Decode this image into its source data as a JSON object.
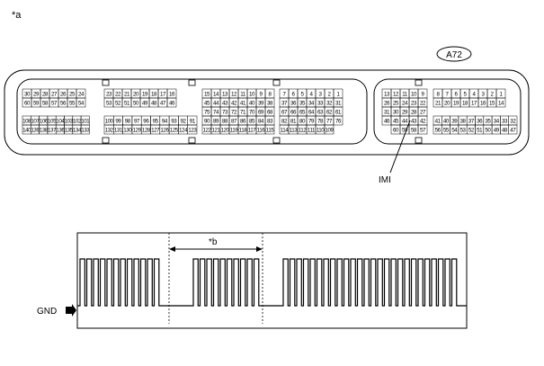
{
  "labels": {
    "top_left": "*a",
    "connector": "A72",
    "signal": "IMI",
    "interval": "*b",
    "ground": "GND"
  },
  "connector_groups": [
    {
      "name": "group-1",
      "rows": [
        [
          "30",
          "29",
          "28",
          "27",
          "26",
          "25",
          "24"
        ],
        [
          "60",
          "59",
          "58",
          "57",
          "56",
          "55",
          "54"
        ],
        [],
        [
          "108",
          "107",
          "106",
          "105",
          "104",
          "103",
          "102",
          "101"
        ],
        [
          "140",
          "139",
          "138",
          "137",
          "136",
          "135",
          "134",
          "133"
        ]
      ]
    },
    {
      "name": "group-2",
      "rows": [
        [
          "23",
          "22",
          "21",
          "20",
          "19",
          "18",
          "17",
          "16"
        ],
        [
          "53",
          "52",
          "51",
          "50",
          "49",
          "48",
          "47",
          "46"
        ],
        [],
        [
          "100",
          "99",
          "98",
          "97",
          "96",
          "95",
          "94",
          "93",
          "92",
          "91"
        ],
        [
          "132",
          "131",
          "130",
          "129",
          "128",
          "127",
          "126",
          "125",
          "124",
          "123"
        ]
      ]
    },
    {
      "name": "group-3",
      "rows": [
        [
          "15",
          "14",
          "13",
          "12",
          "11",
          "10",
          "9",
          "8"
        ],
        [
          "45",
          "44",
          "43",
          "42",
          "41",
          "40",
          "39",
          "38"
        ],
        [
          "75",
          "74",
          "73",
          "72",
          "71",
          "70",
          "69",
          "68"
        ],
        [
          "90",
          "89",
          "88",
          "87",
          "86",
          "85",
          "84",
          "83"
        ],
        [
          "122",
          "121",
          "120",
          "119",
          "118",
          "117",
          "116",
          "115"
        ]
      ]
    },
    {
      "name": "group-4",
      "rows": [
        [
          "7",
          "6",
          "5",
          "4",
          "3",
          "2",
          "1"
        ],
        [
          "37",
          "36",
          "35",
          "34",
          "33",
          "32",
          "31"
        ],
        [
          "67",
          "66",
          "65",
          "64",
          "63",
          "62",
          "61"
        ],
        [
          "82",
          "81",
          "80",
          "79",
          "78",
          "77",
          "76"
        ],
        [
          "114",
          "113",
          "112",
          "111",
          "110",
          "109"
        ]
      ]
    },
    {
      "name": "group-5",
      "rows": [
        [
          "13",
          "12",
          "11",
          "10",
          "9"
        ],
        [
          "26",
          "25",
          "24",
          "23",
          "22"
        ],
        [
          "31",
          "30",
          "29",
          "28",
          "27"
        ],
        [
          "46",
          "45",
          "44",
          "43",
          "42"
        ],
        [
          "60",
          "59",
          "58",
          "57"
        ]
      ]
    },
    {
      "name": "group-6",
      "rows": [
        [
          "8",
          "7",
          "6",
          "5",
          "4",
          "3",
          "2",
          "1"
        ],
        [
          "21",
          "20",
          "19",
          "18",
          "17",
          "16",
          "15",
          "14"
        ],
        [],
        [
          "41",
          "40",
          "39",
          "38",
          "37",
          "36",
          "35",
          "34",
          "33",
          "32"
        ],
        [
          "56",
          "55",
          "54",
          "53",
          "52",
          "51",
          "50",
          "49",
          "48",
          "47"
        ]
      ]
    }
  ],
  "highlighted_pin": "43",
  "colors": {
    "line": "#000000",
    "background": "#ffffff"
  }
}
